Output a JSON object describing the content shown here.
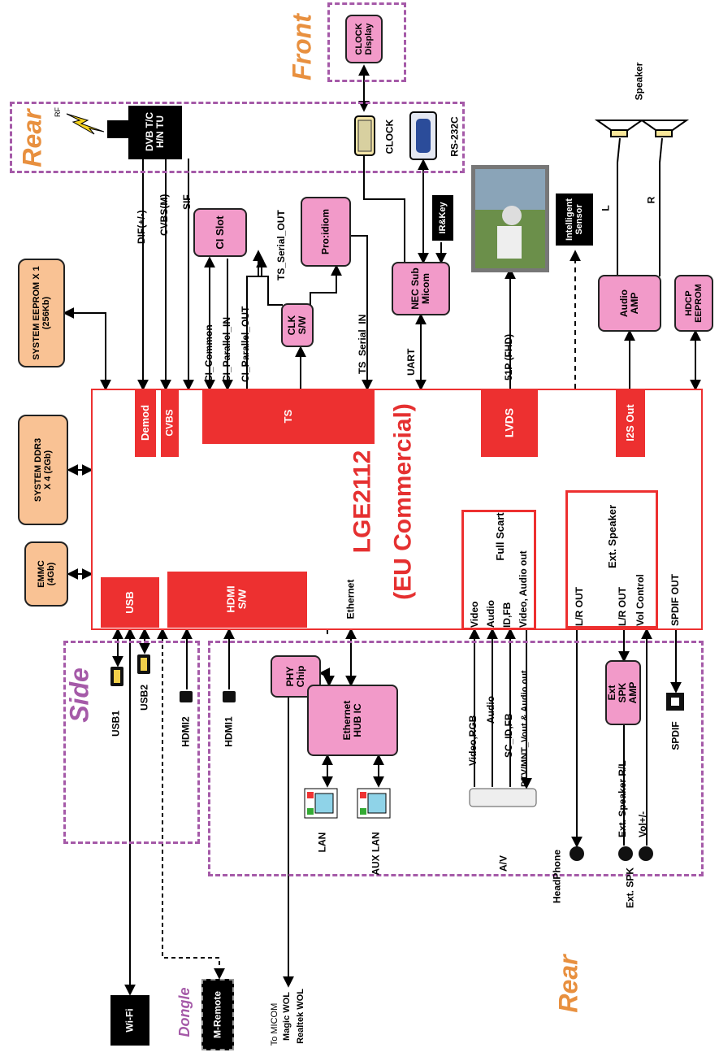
{
  "zones": {
    "front": "Front",
    "rear_top": "Rear",
    "side": "Side",
    "rear_bottom": "Rear",
    "dongle": "Dongle"
  },
  "main_chip": {
    "name": "LGE2112",
    "sub": "(EU Commercial)"
  },
  "chip_blocks": {
    "demod": "Demod",
    "cvbs": "CVBS",
    "ts": "TS",
    "lvds": "LVDS",
    "i2s": "I2S Out",
    "usb": "USB",
    "hdmi": "HDMI S/W",
    "ethernet": "Ethernet"
  },
  "full_scart": {
    "title": "Full Scart",
    "lines": [
      "Video",
      "Audio",
      "ID,FB",
      "Video, Audio out"
    ]
  },
  "ext_speaker_block": {
    "title": "Ext. Speaker",
    "lines": [
      "L/R OUT",
      "L/R OUT",
      "Vol Control"
    ]
  },
  "spdif_out": "SPDIF OUT",
  "memories": {
    "eeprom": "SYSTEM EEPROM X 1 (256Kb)",
    "ddr": "SYSTEM DDR3 X 4 (2Gb)",
    "emmc": "EMMC (4Gb)"
  },
  "tuner": {
    "name": "DVB T/C H/N TU",
    "rf": "RF"
  },
  "tuner_signals": [
    "DIF(+/-)",
    "CVBS(M)",
    "SIF"
  ],
  "ci_signals": [
    "CI_Common",
    "CI_Parallel_IN",
    "CI_Parallel_OUT"
  ],
  "ci_slot": "CI Slot",
  "proidiom": "Pro:idiom",
  "clk_sw": "CLK S/W",
  "ts_serial_out": "TS_Serial_OUT",
  "ts_serial_in": "TS_Serial_IN",
  "nec": "NEC Sub Micom",
  "uart": "UART",
  "clock_display": "CLOCK Display",
  "clock_label": "CLOCK",
  "rs232c": "RS-232C",
  "ir_key": "IR&Key",
  "panel_signal": "51P (FHD)",
  "intelligent_sensor": "Intelligent Sensor",
  "audio_amp": "Audio AMP",
  "hdcp": "HDCP EEPROM",
  "speaker": "Speaker",
  "speaker_l": "L",
  "speaker_r": "R",
  "phy_chip": "PHY Chip",
  "eth_hub": "Ethernet HUB IC",
  "lan": "LAN",
  "aux_lan": "AUX LAN",
  "usb1": "USB1",
  "usb2": "USB2",
  "hdmi1": "HDMI1",
  "hdmi2": "HDMI2",
  "wifi": "Wi-Fi",
  "m_remote": "M-Remote",
  "wol": {
    "to": "To MICOM",
    "magic": "Magic WOL",
    "realtek": "Realtek WOL"
  },
  "av_signals": [
    "Video,RGB",
    "Audio",
    "SC_ID,FB",
    "DTV/MNT_Vout & Audio out"
  ],
  "av": "A/V",
  "headphone": "HeadPhone",
  "ext_spk_amp": "Ext SPK AMP",
  "ext_spk_signals": [
    "Ext. Speaker R/L",
    "Vol+/-"
  ],
  "ext_spk": "Ext. SPK",
  "spdif": "SPDIF",
  "colors": {
    "chip_red": "#ed3030",
    "pink": "#f29ac9",
    "tan": "#f9c294",
    "zone_purple": "#a55aa8",
    "zone_orange": "#e8903f"
  }
}
